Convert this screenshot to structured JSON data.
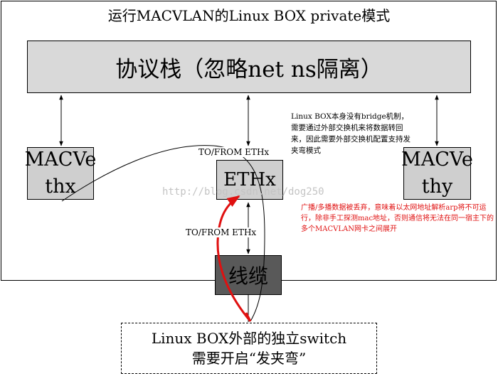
{
  "title": "运行MACVLAN的Linux BOX private模式",
  "protocol_stack": "协议栈（忽略net ns隔离）",
  "macveth_left": {
    "line1": "MACVe",
    "line2": "thx"
  },
  "macveth_right": {
    "line1": "MACVe",
    "line2": "thy"
  },
  "ethx": "ETHx",
  "to_from_top": "TO/FROM ETHx",
  "to_from_bottom": "TO/FROM ETHx",
  "cable": "线缆",
  "note": "Linux BOX本身没有bridge机制，需要通过外部交换机来将数据转回来，因此需要外部交换机配置支持发夹弯模式",
  "red_note": "广播/多播数据被丢弃，意味着以太网地址解析arp将不可运行，除非手工探测mac地址，否则通信将无法在同一宿主下的多个MACVLAN网卡之间展开",
  "watermark": "http://blog.csdn.net/dog250",
  "switch": {
    "line1": "Linux BOX外部的独立switch",
    "line2": "需要开启“发夹弯”"
  },
  "colors": {
    "box_fill": "#cfcfcf",
    "stack_fill": "#d9d9d9",
    "cable_fill": "#595959",
    "red": "#e01010"
  }
}
